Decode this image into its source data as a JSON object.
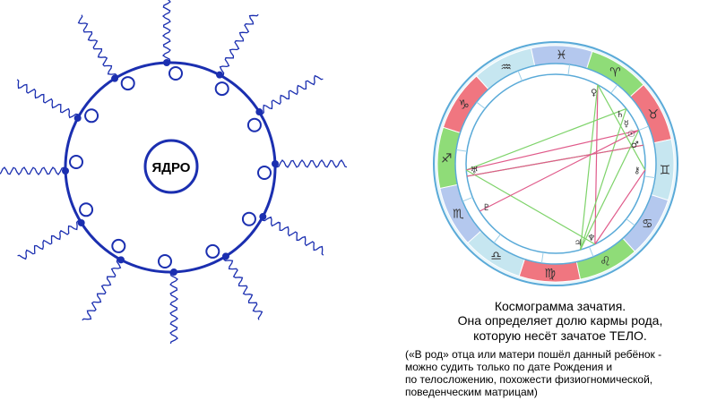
{
  "left": {
    "core_label": "ЯДРО"
  },
  "chart": {
    "signs": [
      "♈",
      "♉",
      "♊",
      "♋",
      "♌",
      "♍",
      "♎",
      "♏",
      "♐",
      "♑",
      "♒",
      "♓"
    ],
    "glyphs": [
      "♀",
      "♄",
      "☿",
      "☉",
      "♂",
      "⚷",
      "♆",
      "♃",
      "♅",
      "♇"
    ],
    "colors": {
      "fire": "#f07680",
      "earth": "#8fdc78",
      "air": "#b4c8ee",
      "water": "#c6e6f0",
      "ring": "#5aaad8"
    }
  },
  "caption": {
    "line1": "Космограмма зачатия.",
    "line2": "Она определяет долю кармы рода,",
    "line3": "которую несёт зачатое ТЕЛО.",
    "note1": "(«В род» отца или матери пошёл данный ребёнок -",
    "note2": "можно судить только по дате Рождения и",
    "note3": "по телосложению, похожести физиогномической,",
    "note4": "поведенческим матрицам)"
  }
}
